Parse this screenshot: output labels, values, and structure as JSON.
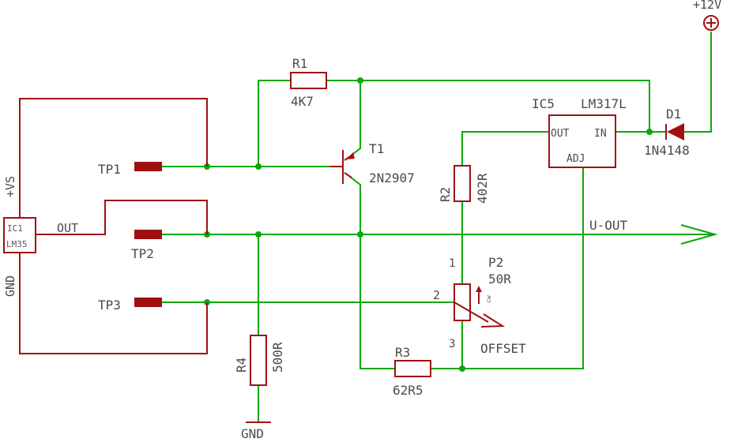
{
  "supply": {
    "label": "+12V"
  },
  "ground": {
    "label": "GND"
  },
  "output": {
    "label": "U-OUT"
  },
  "ic1": {
    "ref": "IC1",
    "part": "LM35",
    "pin_vs": "+VS",
    "pin_gnd": "GND",
    "pin_out": "OUT"
  },
  "ic5": {
    "ref": "IC5",
    "part": "LM317L",
    "pin_out": "OUT",
    "pin_in": "IN",
    "pin_adj": "ADJ"
  },
  "d1": {
    "ref": "D1",
    "value": "1N4148"
  },
  "t1": {
    "ref": "T1",
    "value": "2N2907"
  },
  "r1": {
    "ref": "R1",
    "value": "4K7"
  },
  "r2": {
    "ref": "R2",
    "value": "402R"
  },
  "r3": {
    "ref": "R3",
    "value": "62R5"
  },
  "r4": {
    "ref": "R4",
    "value": "500R"
  },
  "p2": {
    "ref": "P2",
    "value": "50R",
    "name": "OFFSET",
    "pin1": "1",
    "pin2": "2",
    "pin3": "3",
    "cw": "cw"
  },
  "testpoints": [
    {
      "label": "TP1"
    },
    {
      "label": "TP2"
    },
    {
      "label": "TP3"
    }
  ],
  "colors": {
    "wire": "#0aa80a",
    "symbol": "#a01010",
    "text": "#4a4a4a"
  }
}
